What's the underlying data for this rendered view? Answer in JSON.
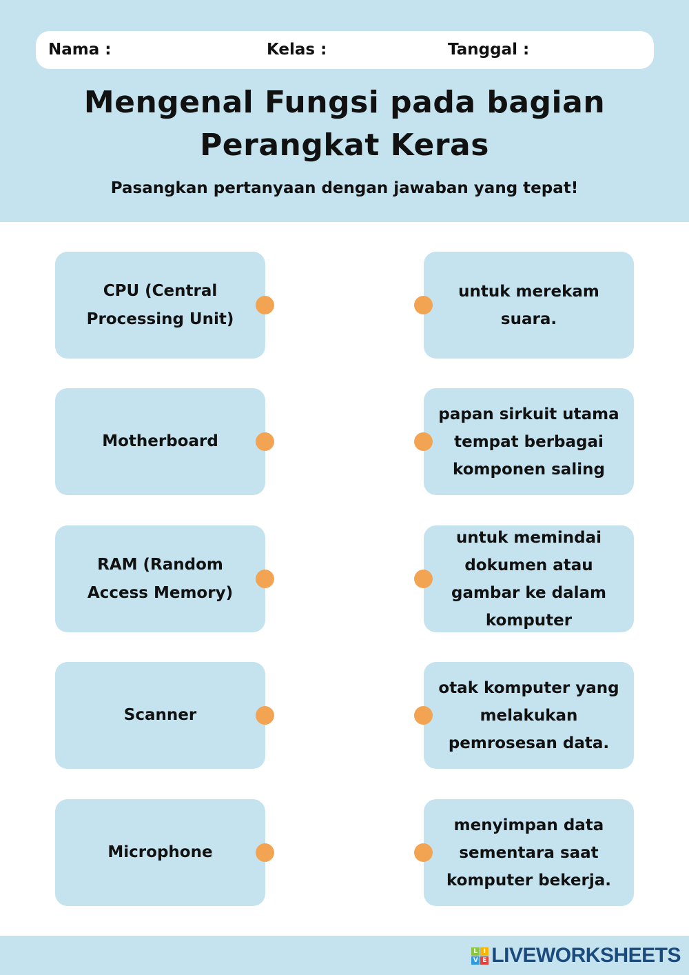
{
  "header": {
    "fields": {
      "name": "Nama :",
      "class": "Kelas :",
      "date": "Tanggal :"
    },
    "title_line1": "Mengenal Fungsi pada bagian",
    "title_line2": "Perangkat Keras",
    "instruction": "Pasangkan pertanyaan dengan jawaban yang tepat!"
  },
  "questions": [
    "CPU (Central Processing Unit)",
    "Motherboard",
    "RAM (Random Access Memory)",
    "Scanner",
    "Microphone"
  ],
  "answers": [
    "untuk merekam suara.",
    "papan sirkuit utama tempat berbagai komponen saling",
    "untuk memindai dokumen atau gambar ke dalam komputer",
    "otak komputer yang melakukan pemrosesan data.",
    "menyimpan data sementara saat komputer bekerja."
  ],
  "footer": {
    "logo_text": "LIVEWORKSHEETS",
    "logo_letters": [
      "L",
      "I",
      "V",
      "E"
    ]
  },
  "colors": {
    "band": "#c4e3ef",
    "dot": "#f2a452",
    "logo": "#1b4a7d"
  }
}
